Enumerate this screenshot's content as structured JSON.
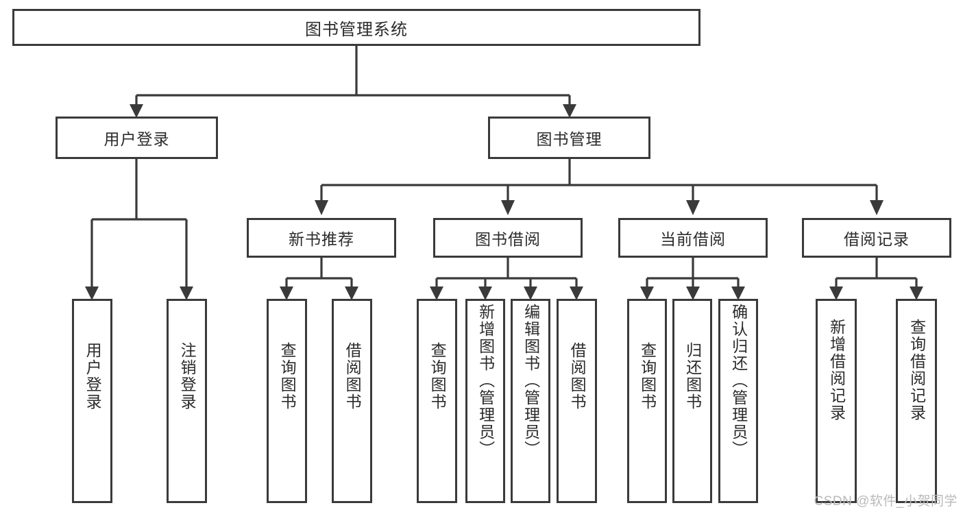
{
  "diagram": {
    "title_text": "图书管理系统",
    "watermark": "CSDN @软件_小贺同学",
    "colors": {
      "box_border": "#3a3a3a",
      "box_fill": "#ffffff",
      "line": "#3a3a3a",
      "text": "#2b2b2b",
      "watermark": "#b9b9b9",
      "background": "#ffffff"
    },
    "root": {
      "label": "图书管理系统"
    },
    "level2": [
      {
        "id": "user-login",
        "label": "用户登录"
      },
      {
        "id": "book-management",
        "label": "图书管理"
      }
    ],
    "level3": [
      {
        "id": "new-book-recommend",
        "label": "新书推荐"
      },
      {
        "id": "book-borrow",
        "label": "图书借阅"
      },
      {
        "id": "current-borrow",
        "label": "当前借阅"
      },
      {
        "id": "borrow-record",
        "label": "借阅记录"
      }
    ],
    "leaves": [
      {
        "id": "leaf-user-login",
        "label": "用户登录",
        "parent": "user-login"
      },
      {
        "id": "leaf-logout-login",
        "label": "注销登录",
        "parent": "user-login"
      },
      {
        "id": "leaf-query-book-1",
        "label": "查询图书",
        "parent": "new-book-recommend"
      },
      {
        "id": "leaf-borrow-book-1",
        "label": "借阅图书",
        "parent": "new-book-recommend"
      },
      {
        "id": "leaf-query-book-2",
        "label": "查询图书",
        "parent": "book-borrow"
      },
      {
        "id": "leaf-add-book",
        "label": "新增图书（管理员）",
        "parent": "book-borrow"
      },
      {
        "id": "leaf-edit-book",
        "label": "编辑图书（管理员）",
        "parent": "book-borrow"
      },
      {
        "id": "leaf-borrow-book-2",
        "label": "借阅图书",
        "parent": "book-borrow"
      },
      {
        "id": "leaf-query-book-3",
        "label": "查询图书",
        "parent": "current-borrow"
      },
      {
        "id": "leaf-return-book",
        "label": "归还图书",
        "parent": "current-borrow"
      },
      {
        "id": "leaf-confirm-return",
        "label": "确认归还（管理员）",
        "parent": "current-borrow"
      },
      {
        "id": "leaf-add-borrow-record",
        "label": "新增借阅记录",
        "parent": "borrow-record"
      },
      {
        "id": "leaf-query-borrow-record",
        "label": "查询借阅记录",
        "parent": "borrow-record"
      }
    ]
  }
}
